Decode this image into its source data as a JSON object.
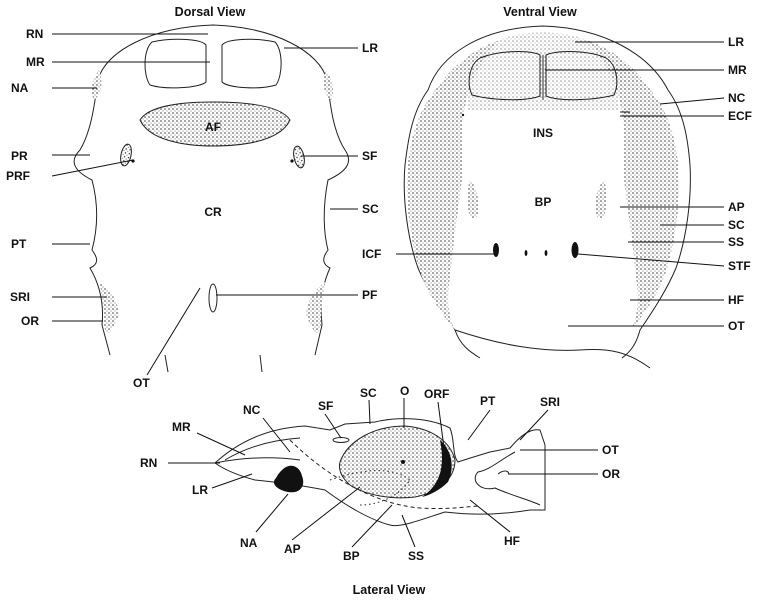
{
  "views": {
    "dorsal": "Dorsal View",
    "ventral": "Ventral View",
    "lateral": "Lateral View"
  },
  "labels": {
    "dorsal": {
      "rn": "RN",
      "mr": "MR",
      "na": "NA",
      "pr": "PR",
      "prf": "PRF",
      "pt": "PT",
      "sri": "SRI",
      "or": "OR",
      "ot": "OT",
      "lr": "LR",
      "af": "AF",
      "sf": "SF",
      "cr": "CR",
      "sc": "SC",
      "pf": "PF"
    },
    "ventral": {
      "lr": "LR",
      "mr": "MR",
      "nc": "NC",
      "ecf": "ECF",
      "ins": "INS",
      "bp": "BP",
      "ap": "AP",
      "sc": "SC",
      "ss": "SS",
      "icf": "ICF",
      "stf": "STF",
      "hf": "HF",
      "ot": "OT"
    },
    "lateral": {
      "mr": "MR",
      "nc": "NC",
      "sf": "SF",
      "sc": "SC",
      "o": "O",
      "orf": "ORF",
      "pt": "PT",
      "sri": "SRI",
      "rn": "RN",
      "lr": "LR",
      "ot": "OT",
      "or": "OR",
      "na": "NA",
      "ap": "AP",
      "bp": "BP",
      "ss": "SS",
      "hf": "HF"
    }
  }
}
